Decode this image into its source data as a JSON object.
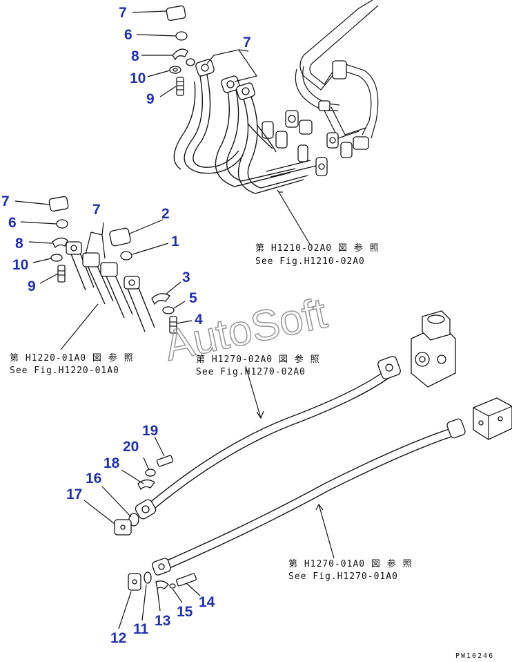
{
  "callouts": {
    "n7a": "7",
    "n6a": "6",
    "n8a": "8",
    "n10a": "10",
    "n9a": "9",
    "n7b": "7",
    "n7c": "7",
    "n6b": "6",
    "n8b": "8",
    "n10b": "10",
    "n9b": "9",
    "n7d": "7",
    "n2": "2",
    "n1": "1",
    "n3": "3",
    "n5": "5",
    "n4": "4",
    "n19": "19",
    "n20": "20",
    "n18": "18",
    "n16": "16",
    "n17": "17",
    "n12": "12",
    "n11": "11",
    "n13": "13",
    "n15": "15",
    "n14": "14"
  },
  "references": {
    "h1210_jp": "第 H1210-02A0 図 参 照",
    "h1210_en": "See Fig.H1210-02A0",
    "h1220_jp": "第 H1220-01A0 図 参 照",
    "h1220_en": "See Fig.H1220-01A0",
    "h1270_02_jp": "第 H1270-02A0 図 参 照",
    "h1270_02_en": "See Fig.H1270-02A0",
    "h1270_01_jp": "第 H1270-01A0 図 参 照",
    "h1270_01_en": "See Fig.H1270-01A0"
  },
  "watermark": "AutoSoft",
  "drawing_code": "PW10246"
}
